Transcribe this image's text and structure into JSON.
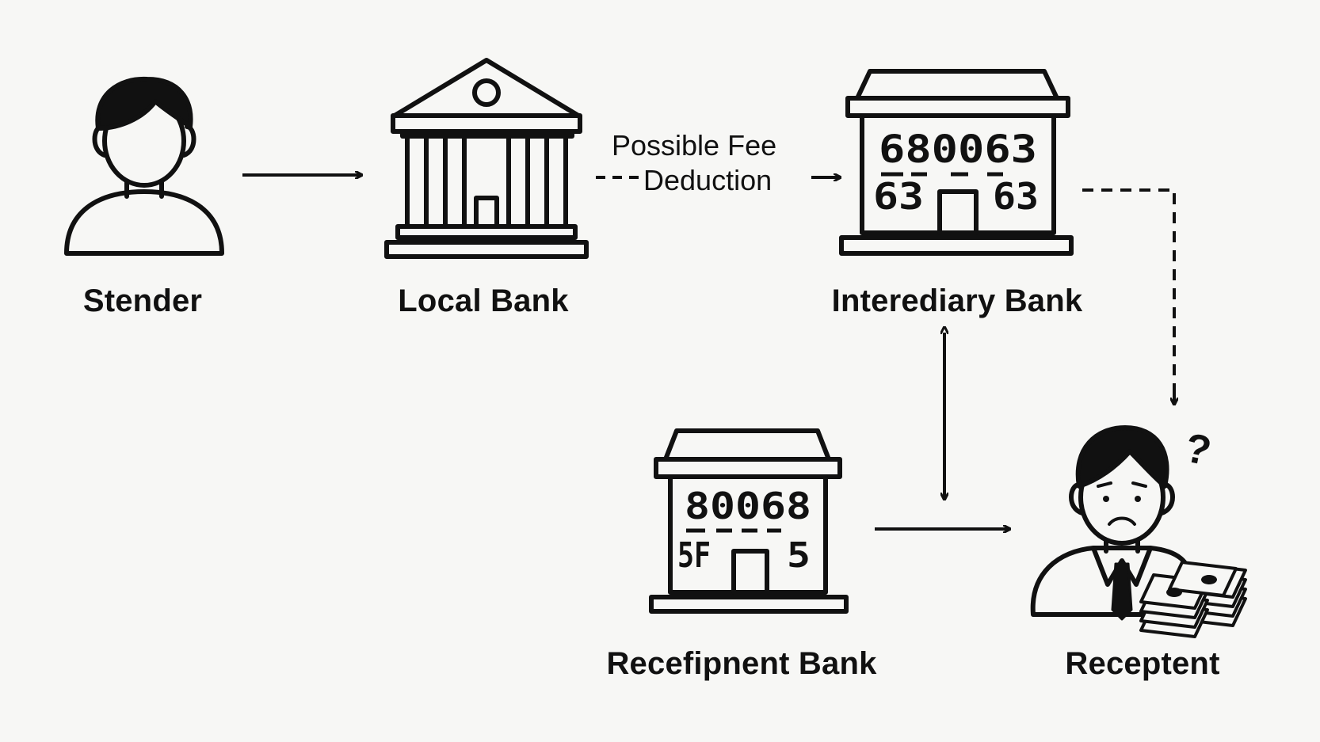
{
  "nodes": {
    "sender": {
      "label": "Stender",
      "icon": "person-icon"
    },
    "local_bank": {
      "label": "Local Bank",
      "icon": "classical-bank-icon"
    },
    "intermediary_bank": {
      "label": "Interediary Bank",
      "icon": "office-building-icon",
      "window_text_top": "680063",
      "window_text_mid": "63",
      "window_text_right": "63"
    },
    "recipient_bank": {
      "label": "Recefipnent Bank",
      "icon": "office-building-icon",
      "window_text_top": "80068",
      "window_text_left": "5F",
      "window_text_right": "5"
    },
    "recipient": {
      "label": "Receptent",
      "icon": "confused-person-with-money-icon",
      "question_mark": "?"
    }
  },
  "annotations": {
    "fee_line1": "Possible Fee",
    "fee_line2": "Deduction"
  },
  "colors": {
    "ink": "#111111",
    "background": "#f7f7f5"
  }
}
